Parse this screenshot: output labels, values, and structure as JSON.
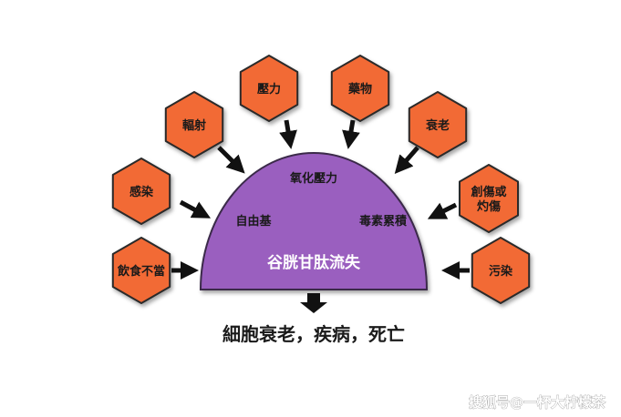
{
  "colors": {
    "hex_fill": "#f26a35",
    "hex_stroke": "#2a2a2a",
    "dome_fill": "#9a5fbf",
    "dome_stroke": "#3b2a4a",
    "arrow": "#111111"
  },
  "factors": [
    {
      "lines": [
        "飲食不當"
      ]
    },
    {
      "lines": [
        "感染"
      ]
    },
    {
      "lines": [
        "輻射"
      ]
    },
    {
      "lines": [
        "壓力"
      ]
    },
    {
      "lines": [
        "藥物"
      ]
    },
    {
      "lines": [
        "衰老"
      ]
    },
    {
      "lines": [
        "創傷或",
        "灼傷"
      ]
    },
    {
      "lines": [
        "污染"
      ]
    }
  ],
  "dome": {
    "top_label": "氧化壓力",
    "left_label": "自由基",
    "right_label": "毒素累積",
    "main_label": "谷胱甘肽流失"
  },
  "outcome": "細胞衰老，疾病，死亡",
  "watermark": "搜狐号@一杯大柠檬茶"
}
